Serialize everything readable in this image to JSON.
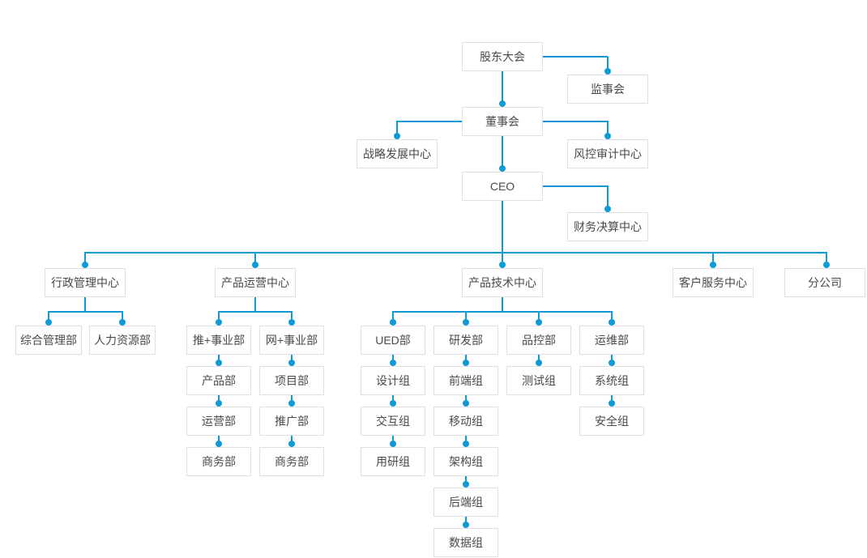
{
  "theme": {
    "connector_color": "#0d9ad6",
    "node_border_color": "#e0e0e0",
    "node_background": "#ffffff",
    "node_text_color": "#4a4a4a",
    "page_background": "#ffffff"
  },
  "org": {
    "nodes": {
      "shareholders_meeting": {
        "label": "股东大会"
      },
      "supervisory_board": {
        "label": "监事会"
      },
      "board_of_directors": {
        "label": "董事会"
      },
      "strategy_center": {
        "label": "战略发展中心"
      },
      "risk_audit_center": {
        "label": "风控审计中心"
      },
      "ceo": {
        "label": "CEO"
      },
      "finance_center": {
        "label": "财务决算中心"
      },
      "admin_center": {
        "label": "行政管理中心"
      },
      "product_ops_center": {
        "label": "产品运营中心"
      },
      "product_tech_center": {
        "label": "产品技术中心"
      },
      "customer_service_center": {
        "label": "客户服务中心"
      },
      "branch_company": {
        "label": "分公司"
      },
      "general_admin_dept": {
        "label": "综合管理部"
      },
      "hr_dept": {
        "label": "人力资源部"
      },
      "tui_division": {
        "label": "推+事业部"
      },
      "product_dept": {
        "label": "产品部"
      },
      "operations_dept": {
        "label": "运营部"
      },
      "business_dept_1": {
        "label": "商务部"
      },
      "wang_division": {
        "label": "网+事业部"
      },
      "project_dept": {
        "label": "项目部"
      },
      "promotion_dept": {
        "label": "推广部"
      },
      "business_dept_2": {
        "label": "商务部"
      },
      "ued_dept": {
        "label": "UED部"
      },
      "design_team": {
        "label": "设计组"
      },
      "interaction_team": {
        "label": "交互组"
      },
      "user_research_team": {
        "label": "用研组"
      },
      "rnd_dept": {
        "label": "研发部"
      },
      "frontend_team": {
        "label": "前端组"
      },
      "mobile_team": {
        "label": "移动组"
      },
      "architecture_team": {
        "label": "架构组"
      },
      "backend_team": {
        "label": "后端组"
      },
      "data_team": {
        "label": "数据组"
      },
      "qc_dept": {
        "label": "品控部"
      },
      "testing_team": {
        "label": "测试组"
      },
      "om_dept": {
        "label": "运维部"
      },
      "system_team": {
        "label": "系统组"
      },
      "security_team": {
        "label": "安全组"
      }
    },
    "edges": [
      [
        "股东大会",
        "监事会"
      ],
      [
        "股东大会",
        "董事会"
      ],
      [
        "董事会",
        "战略发展中心"
      ],
      [
        "董事会",
        "风控审计中心"
      ],
      [
        "董事会",
        "CEO"
      ],
      [
        "CEO",
        "财务决算中心"
      ],
      [
        "CEO",
        "行政管理中心"
      ],
      [
        "CEO",
        "产品运营中心"
      ],
      [
        "CEO",
        "产品技术中心"
      ],
      [
        "CEO",
        "客户服务中心"
      ],
      [
        "CEO",
        "分公司"
      ],
      [
        "行政管理中心",
        "综合管理部"
      ],
      [
        "行政管理中心",
        "人力资源部"
      ],
      [
        "产品运营中心",
        "推+事业部"
      ],
      [
        "产品运营中心",
        "网+事业部"
      ],
      [
        "推+事业部",
        "产品部"
      ],
      [
        "产品部",
        "运营部"
      ],
      [
        "运营部",
        "商务部"
      ],
      [
        "网+事业部",
        "项目部"
      ],
      [
        "项目部",
        "推广部"
      ],
      [
        "推广部",
        "商务部"
      ],
      [
        "产品技术中心",
        "UED部"
      ],
      [
        "产品技术中心",
        "研发部"
      ],
      [
        "产品技术中心",
        "品控部"
      ],
      [
        "产品技术中心",
        "运维部"
      ],
      [
        "UED部",
        "设计组"
      ],
      [
        "设计组",
        "交互组"
      ],
      [
        "交互组",
        "用研组"
      ],
      [
        "研发部",
        "前端组"
      ],
      [
        "前端组",
        "移动组"
      ],
      [
        "移动组",
        "架构组"
      ],
      [
        "架构组",
        "后端组"
      ],
      [
        "后端组",
        "数据组"
      ],
      [
        "品控部",
        "测试组"
      ],
      [
        "运维部",
        "系统组"
      ],
      [
        "系统组",
        "安全组"
      ]
    ]
  }
}
